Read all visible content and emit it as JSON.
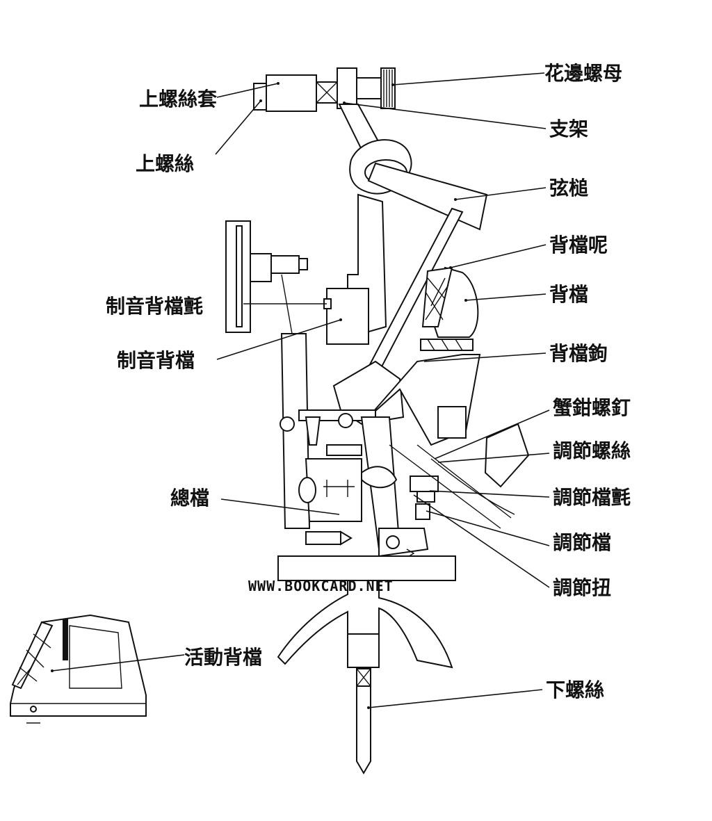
{
  "labels": {
    "decorative_nut": "花邊螺母",
    "upper_screw_sleeve": "上螺絲套",
    "bracket": "支架",
    "upper_screw": "上螺絲",
    "hammer": "弦槌",
    "backcheck_felt": "背檔呢",
    "backcheck": "背檔",
    "damper_backcheck_felt": "制音背檔氈",
    "damper_backcheck": "制音背檔",
    "backcheck_hook": "背檔鉤",
    "flange_screw": "蟹鉗螺釘",
    "regulating_screw": "調節螺絲",
    "main_rail": "總檔",
    "regulating_rail_felt": "調節檔氈",
    "regulating_rail": "調節檔",
    "regulating_button": "調節扭",
    "movable_backcheck": "活動背檔",
    "lower_screw": "下螺絲"
  },
  "watermark": "WWW.BOOKCARD.NET"
}
